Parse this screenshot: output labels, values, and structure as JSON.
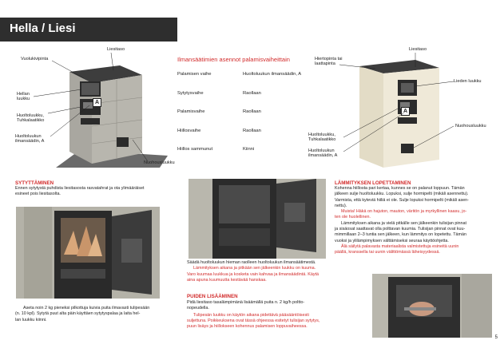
{
  "header": {
    "title": "Hella / Liesi"
  },
  "left_labels": {
    "liesitaso": "Liesitaso",
    "vuolukivipinta": "Vuolukivipinta",
    "hellan_luukku_1": "Hellan",
    "hellan_luukku_2": "luukku",
    "huolto_1": "Huoltoluukku,",
    "huolto_2": "Tuhkalaatikko",
    "saadin_1": "Huoltoluukun",
    "saadin_2": "ilmansäädin, A",
    "nuohous": "Nuohousluukku",
    "badge": "A"
  },
  "table": {
    "title": "Ilmansäätimien asennot palamisvaiheittain",
    "rows": [
      {
        "phase": "Palamisen vaihe",
        "setting": "Huoltoluukun ilmansäädin, A"
      },
      {
        "phase": "Sytytysvaihe",
        "setting": "Raollaan"
      },
      {
        "phase": "Palamisvaihe",
        "setting": "Raollaan"
      },
      {
        "phase": "Hiillosvaihe",
        "setting": "Raollaan"
      },
      {
        "phase": "Hiillos sammunut",
        "setting": "Kiinni"
      }
    ]
  },
  "right_labels": {
    "liesitaso": "Liesitaso",
    "hierto_1": "Hiertopinta tai",
    "hierto_2": "laattapinta",
    "lieden_luukku": "Lieden luukku",
    "nuohous": "Nuohousluukku",
    "huolto_1": "Huoltoluukku,",
    "huolto_2": "Tuhkalaatikko",
    "saadin_1": "Huoltoluukun",
    "saadin_2": "ilmansäädin, A",
    "badge": "A"
  },
  "sytyttaminen": {
    "heading": "SYTYTTÄMINEN",
    "lines": [
      "Ennen sytytystä puhdista liesitasosta rasvatahrat ja ota ylimääräiset",
      "esineet pois liesitasolta."
    ],
    "caption": [
      "Aseta noin 2 kg pieneksi pilkottuja kuivia puita ilmavasti tulipesään",
      "(n. 10 kpl). Sytytä puut alta päin käyttäen sytytyspalaa ja laita hel-",
      "lan luukku kiinni."
    ]
  },
  "middle": {
    "caption": "Säädä huoltoluukun hieman raolleen huoltoluukun ilmansäätimestä.",
    "red_lines": [
      "Lämmityksen aikana ja pitkään sen jälkeenkin luukku on kuuma.",
      "Varo kuumaa luukkua ja kosketa vain kahvaa ja ilmansäädintä. Käytä",
      "aina apuna kuumuutta kestävää hanskaa."
    ],
    "heading": "PUIDEN LISÄÄMINEN",
    "lines": [
      "Pidä liesitaso tasalämpimänä lisäämällä puita n. 2 kg/h poltto-",
      "nopeudella."
    ],
    "red_lines2": [
      "Tulipesän luukku on käytön aikana pidettävä pääsääntöisesti",
      "suljettuna. Poikkeuksena ovat tässä ohjeessa esitetyt tulisijan sytytys,",
      "puun lisäys ja hiillokseen kohennus palamisen loppuvaiheessa."
    ]
  },
  "lopettaminen": {
    "heading": "LÄMMITYKSEN LOPETTAMINEN",
    "lines": [
      "Kohenna hiillosta pari kertaa, kunnes se on palanut loppuun. Tämän",
      "jälkeen sulje huoltoluukku. Lopuksi, sulje hormipelti (mikäli asennettu).",
      "Varmista, että kyteviä hiiliä ei ole. Sulje lopuksi hormipelti (mikäli asen-",
      "nettu)."
    ],
    "red_a": [
      "Muista! Häkä on hajuton, mauton, väritön ja myrkyllinen kaasu, jo-",
      "ten ole huolellinen."
    ],
    "lines2": [
      "Lämmityksen aikana ja vielä pitkälle sen jälkeenkin tulisijan pinnat",
      "ja sisäosat saattavat olla polttavan kuumia. Tulisijan pinnat ovat kuu-",
      "mimmillaan 2–3 tuntia sen jälkeen, kun lämmitys on lopetettu. Tämän",
      "vuoksi ja ylilämpimyksen välttämiseksi seuraa käyttöohjetta."
    ],
    "red_b": [
      "Älä säilytä palavasta materiaalista valmistettuja esineitä uunin",
      "päällä, kranssella tai uunin välittömässä läheisyydessä."
    ]
  },
  "page_number": "5",
  "colors": {
    "header_bg": "#2e2e2e",
    "accent_red": "#d22b2b",
    "soapstone": "#9c9a93",
    "cream": "#efe9d8"
  }
}
